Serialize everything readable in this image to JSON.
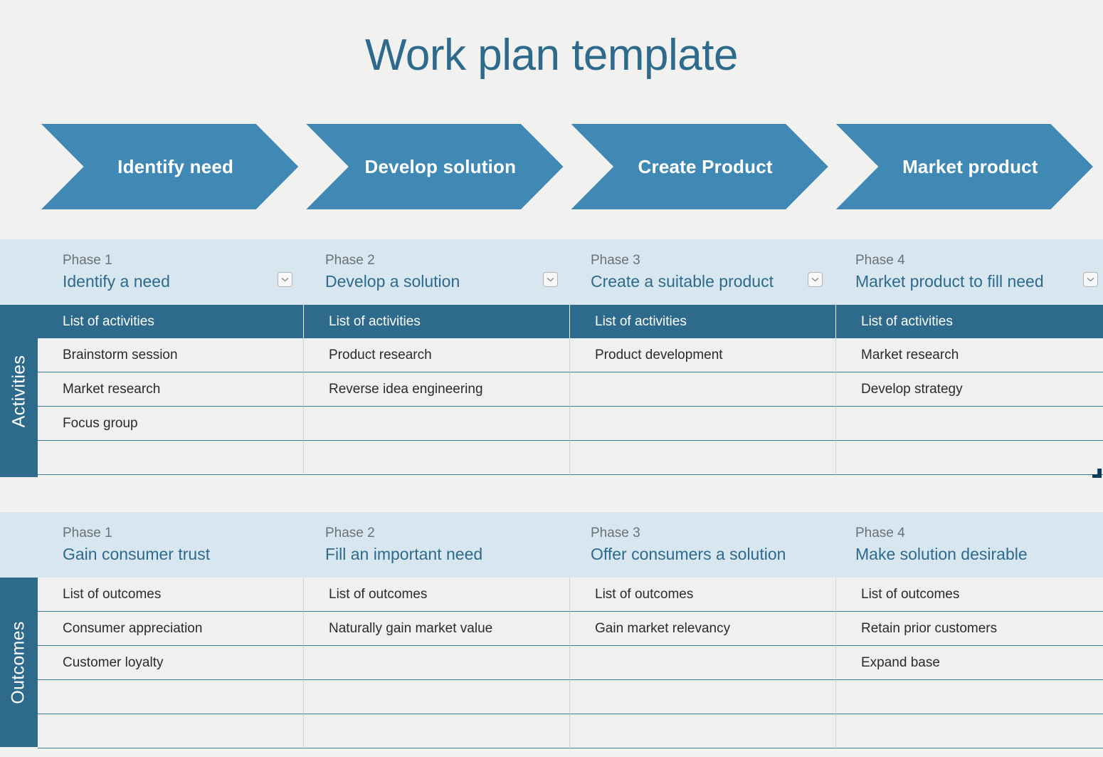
{
  "title": "Work plan template",
  "colors": {
    "page_background": "#f1f1f0",
    "chevron_blue": "#4189b5",
    "header_dark_blue": "#2e6a8c",
    "phase_band_light_blue": "#d8e6f0",
    "title_text": "#2e6a8c",
    "row_background": "#f1f0f0",
    "row_divider": "#3f7c9c",
    "resize_handle": "#0d3c5c"
  },
  "chevrons": [
    {
      "label": "Identify need"
    },
    {
      "label": "Develop solution"
    },
    {
      "label": "Create Product"
    },
    {
      "label": "Market product"
    }
  ],
  "sections": [
    {
      "rail_label": "Activities",
      "phases": [
        {
          "number": "Phase 1",
          "name": "Identify a need",
          "dropdown_icon": "chevron-down-icon"
        },
        {
          "number": "Phase 2",
          "name": "Develop a solution",
          "dropdown_icon": "chevron-down-icon"
        },
        {
          "number": "Phase 3",
          "name": "Create a suitable product",
          "dropdown_icon": "chevron-down-icon"
        },
        {
          "number": "Phase 4",
          "name": "Market product to fill need",
          "dropdown_icon": "chevron-down-icon"
        }
      ],
      "column_headers": [
        "List of activities",
        "List of activities",
        "List of activities",
        "List of activities"
      ],
      "rows": [
        [
          "Brainstorm session",
          "Product research",
          "Product development",
          "Market research"
        ],
        [
          "Market research",
          "Reverse idea engineering",
          "",
          "Develop strategy"
        ],
        [
          "Focus group",
          "",
          "",
          ""
        ],
        [
          "",
          "",
          "",
          ""
        ]
      ]
    },
    {
      "rail_label": "Outcomes",
      "phases": [
        {
          "number": "Phase 1",
          "name": "Gain consumer trust"
        },
        {
          "number": "Phase 2",
          "name": "Fill an important need"
        },
        {
          "number": "Phase 3",
          "name": "Offer consumers a solution"
        },
        {
          "number": "Phase 4",
          "name": "Make solution desirable"
        }
      ],
      "column_headers": [
        "List of outcomes",
        "List of outcomes",
        "List of outcomes",
        "List of outcomes"
      ],
      "rows": [
        [
          "Consumer appreciation",
          "Naturally gain market value",
          "Gain market relevancy",
          "Retain prior customers"
        ],
        [
          "Customer loyalty",
          "",
          "",
          "Expand base"
        ],
        [
          "",
          "",
          "",
          ""
        ],
        [
          "",
          "",
          "",
          ""
        ]
      ]
    }
  ]
}
